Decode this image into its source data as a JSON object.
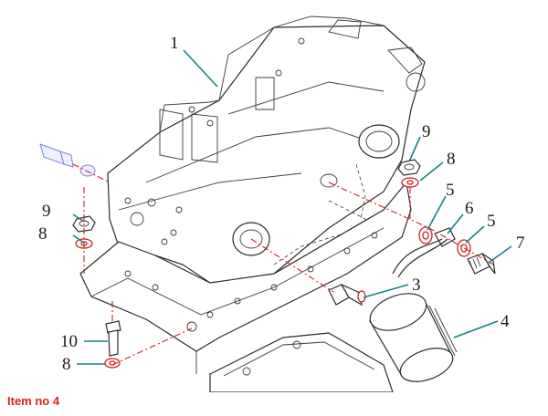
{
  "diagram": {
    "callouts": [
      {
        "id": "c1",
        "label": "1"
      },
      {
        "id": "c3",
        "label": "3"
      },
      {
        "id": "c4",
        "label": "4"
      },
      {
        "id": "c5a",
        "label": "5"
      },
      {
        "id": "c5b",
        "label": "5"
      },
      {
        "id": "c6",
        "label": "6"
      },
      {
        "id": "c7",
        "label": "7"
      },
      {
        "id": "c8a",
        "label": "8"
      },
      {
        "id": "c8b",
        "label": "8"
      },
      {
        "id": "c8c",
        "label": "8"
      },
      {
        "id": "c9a",
        "label": "9"
      },
      {
        "id": "c9b",
        "label": "9"
      },
      {
        "id": "c10",
        "label": "10"
      }
    ]
  },
  "caption": "Item no 4",
  "colors": {
    "leader": "#16808a",
    "caption": "#e0201c",
    "highlight": "#d21f1f",
    "ghost_part": "#7b82e0"
  }
}
